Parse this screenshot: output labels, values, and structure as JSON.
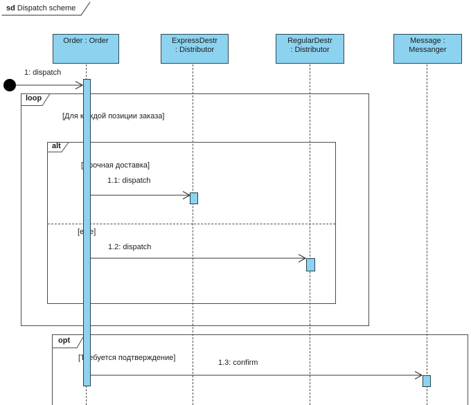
{
  "diagram": {
    "keyword": "sd",
    "title": "Dispatch scheme",
    "type": "uml-sequence-diagram"
  },
  "lifelines": [
    {
      "name": "Order",
      "label": "Order : Order"
    },
    {
      "name": "ExpressDestr",
      "label": "ExpressDestr\n: Distributor"
    },
    {
      "name": "RegularDestr",
      "label": "RegularDestr\n: Distributor"
    },
    {
      "name": "Message",
      "label": "Message :\nMessanger"
    }
  ],
  "fragments": {
    "loop": {
      "operator": "loop",
      "guard": "[Для каждой позиции заказа]"
    },
    "alt": {
      "operator": "alt",
      "guard": "[Срочная доставка]",
      "else_guard": "[else]"
    },
    "opt": {
      "operator": "opt",
      "guard": "[Требуется подтверждение]"
    }
  },
  "messages": [
    {
      "label": "1: dispatch",
      "from": "start",
      "to": "Order"
    },
    {
      "label": "1.1: dispatch",
      "from": "Order",
      "to": "ExpressDestr"
    },
    {
      "label": "1.2: dispatch",
      "from": "Order",
      "to": "RegularDestr"
    },
    {
      "label": "1.3: confirm",
      "from": "Order",
      "to": "Message"
    }
  ],
  "colors": {
    "shape_fill": "#8dd3f0",
    "shape_border": "#2b4754",
    "frame_border": "#4a4a4a",
    "line_color": "#333333",
    "background": "#ffffff"
  }
}
